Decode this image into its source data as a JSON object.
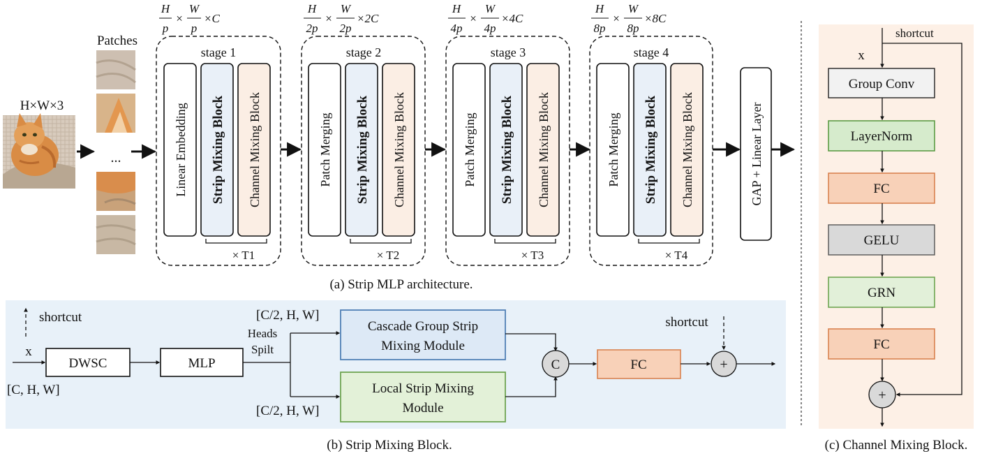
{
  "input": {
    "size": "H×W×3",
    "patches_label": "Patches",
    "ellipsis": "..."
  },
  "stages": [
    {
      "dims": {
        "numH": "H",
        "denH": "p",
        "numW": "W",
        "denW": "p",
        "ch": "×C"
      },
      "title": "stage 1",
      "first": "Linear Embedding",
      "strip": "Strip Mixing Block",
      "channel": "Channel Mixing Block",
      "repeat": "× T1"
    },
    {
      "dims": {
        "numH": "H",
        "denH": "2p",
        "numW": "W",
        "denW": "2p",
        "ch": "×2C"
      },
      "title": "stage 2",
      "first": "Patch Merging",
      "strip": "Strip Mixing Block",
      "channel": "Channel Mixing Block",
      "repeat": "× T2"
    },
    {
      "dims": {
        "numH": "H",
        "denH": "4p",
        "numW": "W",
        "denW": "4p",
        "ch": "×4C"
      },
      "title": "stage 3",
      "first": "Patch Merging",
      "strip": "Strip Mixing Block",
      "channel": "Channel Mixing Block",
      "repeat": "× T3"
    },
    {
      "dims": {
        "numH": "H",
        "denH": "8p",
        "numW": "W",
        "denW": "8p",
        "ch": "×8C"
      },
      "title": "stage 4",
      "first": "Patch Merging",
      "strip": "Strip Mixing Block",
      "channel": "Channel Mixing Block",
      "repeat": "× T4"
    }
  ],
  "head": "GAP + Linear Layer",
  "times": "×",
  "caption_a": "(a) Strip MLP architecture.",
  "strip_block": {
    "shortcut_in": "shortcut",
    "x": "x",
    "input_dims": "[C, H, W]",
    "dwsc": "DWSC",
    "mlp": "MLP",
    "heads1": "Heads",
    "heads2": "Spilt",
    "top_dims": "[C/2, H, W]",
    "bottom_dims": "[C/2, H, W]",
    "cascade1": "Cascade Group Strip",
    "cascade2": "Mixing Module",
    "local1": "Local Strip Mixing",
    "local2": "Module",
    "concat": "C",
    "fc": "FC",
    "plus": "+",
    "shortcut_out": "shortcut"
  },
  "caption_b": "(b) Strip Mixing Block.",
  "channel_block": {
    "shortcut": "shortcut",
    "x": "x",
    "group_conv": "Group Conv",
    "layernorm": "LayerNorm",
    "fc1": "FC",
    "gelu": "GELU",
    "grn": "GRN",
    "fc2": "FC",
    "plus": "+"
  },
  "caption_c": "(c) Channel Mixing Block.",
  "colors": {
    "strip_fill": "#e9f0f8",
    "channel_fill": "#fbeee4",
    "panel_b_bg": "#e8f1f9",
    "panel_c_bg": "#fdf0e6",
    "cascade_fill": "#dde9f6",
    "cascade_stroke": "#4f7fb5",
    "local_fill": "#e3f1d8",
    "local_stroke": "#6fa552",
    "fc_fill": "#f8d1b8",
    "fc_stroke": "#d98350",
    "group_conv_fill": "#f2f2f2",
    "layernorm_fill": "#d6ebcc",
    "layernorm_stroke": "#5d9c45",
    "gelu_fill": "#d9d9d9",
    "grn_fill": "#e2f0d9",
    "circle_fill": "#d9d9d9"
  }
}
